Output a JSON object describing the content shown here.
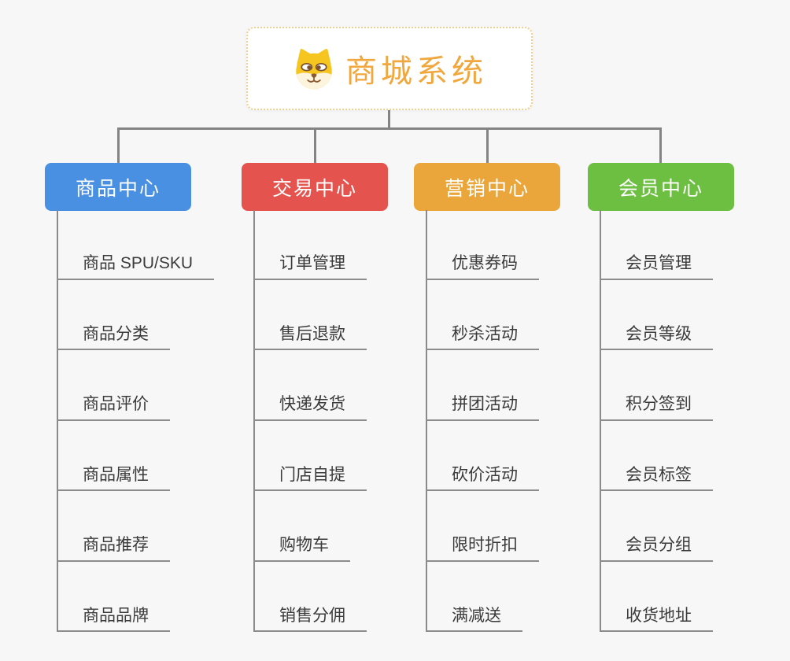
{
  "canvas": {
    "background": "#f7f7f7",
    "connector_color": "#848484",
    "underline_color": "#8c8c8c"
  },
  "root": {
    "title": "商城系统",
    "text_color": "#f0a73d",
    "border_color": "#f2cf8e",
    "background": "#ffffff",
    "icon": "doge-face-icon"
  },
  "branches": [
    {
      "label": "商品中心",
      "color": "#4a90e2",
      "items": [
        "商品 SPU/SKU",
        "商品分类",
        "商品评价",
        "商品属性",
        "商品推荐",
        "商品品牌"
      ]
    },
    {
      "label": "交易中心",
      "color": "#e5534e",
      "items": [
        "订单管理",
        "售后退款",
        "快递发货",
        "门店自提",
        "购物车",
        "销售分佣"
      ]
    },
    {
      "label": "营销中心",
      "color": "#eaa63a",
      "items": [
        "优惠券码",
        "秒杀活动",
        "拼团活动",
        "砍价活动",
        "限时折扣",
        "满减送"
      ]
    },
    {
      "label": "会员中心",
      "color": "#6cbf41",
      "items": [
        "会员管理",
        "会员等级",
        "积分签到",
        "会员标签",
        "会员分组",
        "收货地址"
      ]
    }
  ]
}
